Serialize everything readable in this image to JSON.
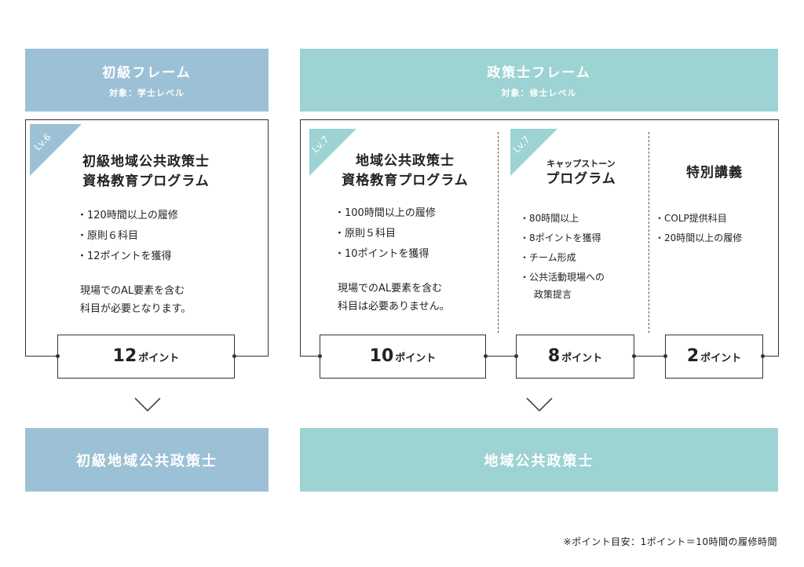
{
  "colors": {
    "blue": "#9cc1d6",
    "teal": "#9dd3d2",
    "line": "#333333"
  },
  "frames": {
    "beginner": {
      "title": "初級フレーム",
      "target": "対象：学士レベル"
    },
    "policy": {
      "title": "政策士フレーム",
      "target": "対象：修士レベル"
    }
  },
  "programs": {
    "lv6": {
      "level": "Lv.6",
      "title_line1": "初級地域公共政策士",
      "title_line2": "資格教育プログラム",
      "bullets": [
        "120時間以上の履修",
        "原則６科目",
        "12ポイントを獲得"
      ],
      "note_line1": "現場でのAL要素を含む",
      "note_line2": "科目が必要となります。",
      "points_value": "12",
      "points_unit": "ポイント"
    },
    "lv7": {
      "level": "Lv.7",
      "title_line1": "地域公共政策士",
      "title_line2": "資格教育プログラム",
      "bullets": [
        "100時間以上の履修",
        "原則５科目",
        "10ポイントを獲得"
      ],
      "note_line1": "現場でのAL要素を含む",
      "note_line2": "科目は必要ありません。",
      "points_value": "10",
      "points_unit": "ポイント"
    },
    "capstone": {
      "level": "Lv.7",
      "title_line1": "キャップストーン",
      "title_line2": "プログラム",
      "bullets": [
        "80時間以上",
        "8ポイントを獲得",
        "チーム形成",
        "公共活動現場への"
      ],
      "bullet_cont": "政策提言",
      "points_value": "8",
      "points_unit": "ポイント"
    },
    "special": {
      "title": "特別講義",
      "bullets": [
        "COLP提供科目",
        "20時間以上の履修"
      ],
      "points_value": "2",
      "points_unit": "ポイント"
    }
  },
  "results": {
    "beginner": "初級地域公共政策士",
    "policy": "地域公共政策士"
  },
  "footnote": "※ポイント目安：1ポイント＝10時間の履修時間"
}
